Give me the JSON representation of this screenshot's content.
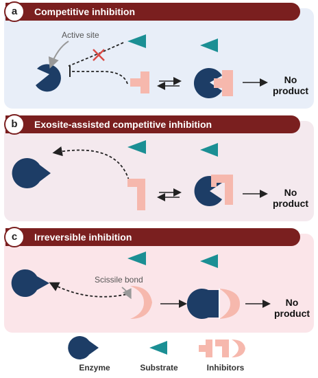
{
  "colors": {
    "enzyme": "#1d3d66",
    "substrate": "#1b8f94",
    "inhibitor": "#f6b8ad",
    "header": "#7a1f1f",
    "panel_a": "#e8eef8",
    "panel_b": "#f4e9ee",
    "panel_c": "#fbe5e9",
    "block_x": "#d94a45"
  },
  "panels": {
    "a": {
      "letter": "a",
      "title": "Competitive inhibition",
      "annotation": "Active site",
      "result": "No\nproduct"
    },
    "b": {
      "letter": "b",
      "title": "Exosite-assisted competitive inhibition",
      "result": "No\nproduct"
    },
    "c": {
      "letter": "c",
      "title": "Irreversible  inhibition",
      "annotation": "Scissile bond",
      "result": "No\nproduct"
    }
  },
  "legend": {
    "enzyme": "Enzyme",
    "substrate": "Substrate",
    "inhibitors": "Inhibitors"
  },
  "icons": [
    "enzyme-icon",
    "substrate-icon",
    "inhibitor-icon",
    "arrow-icon",
    "equilibrium-arrow-icon",
    "block-x-icon"
  ]
}
